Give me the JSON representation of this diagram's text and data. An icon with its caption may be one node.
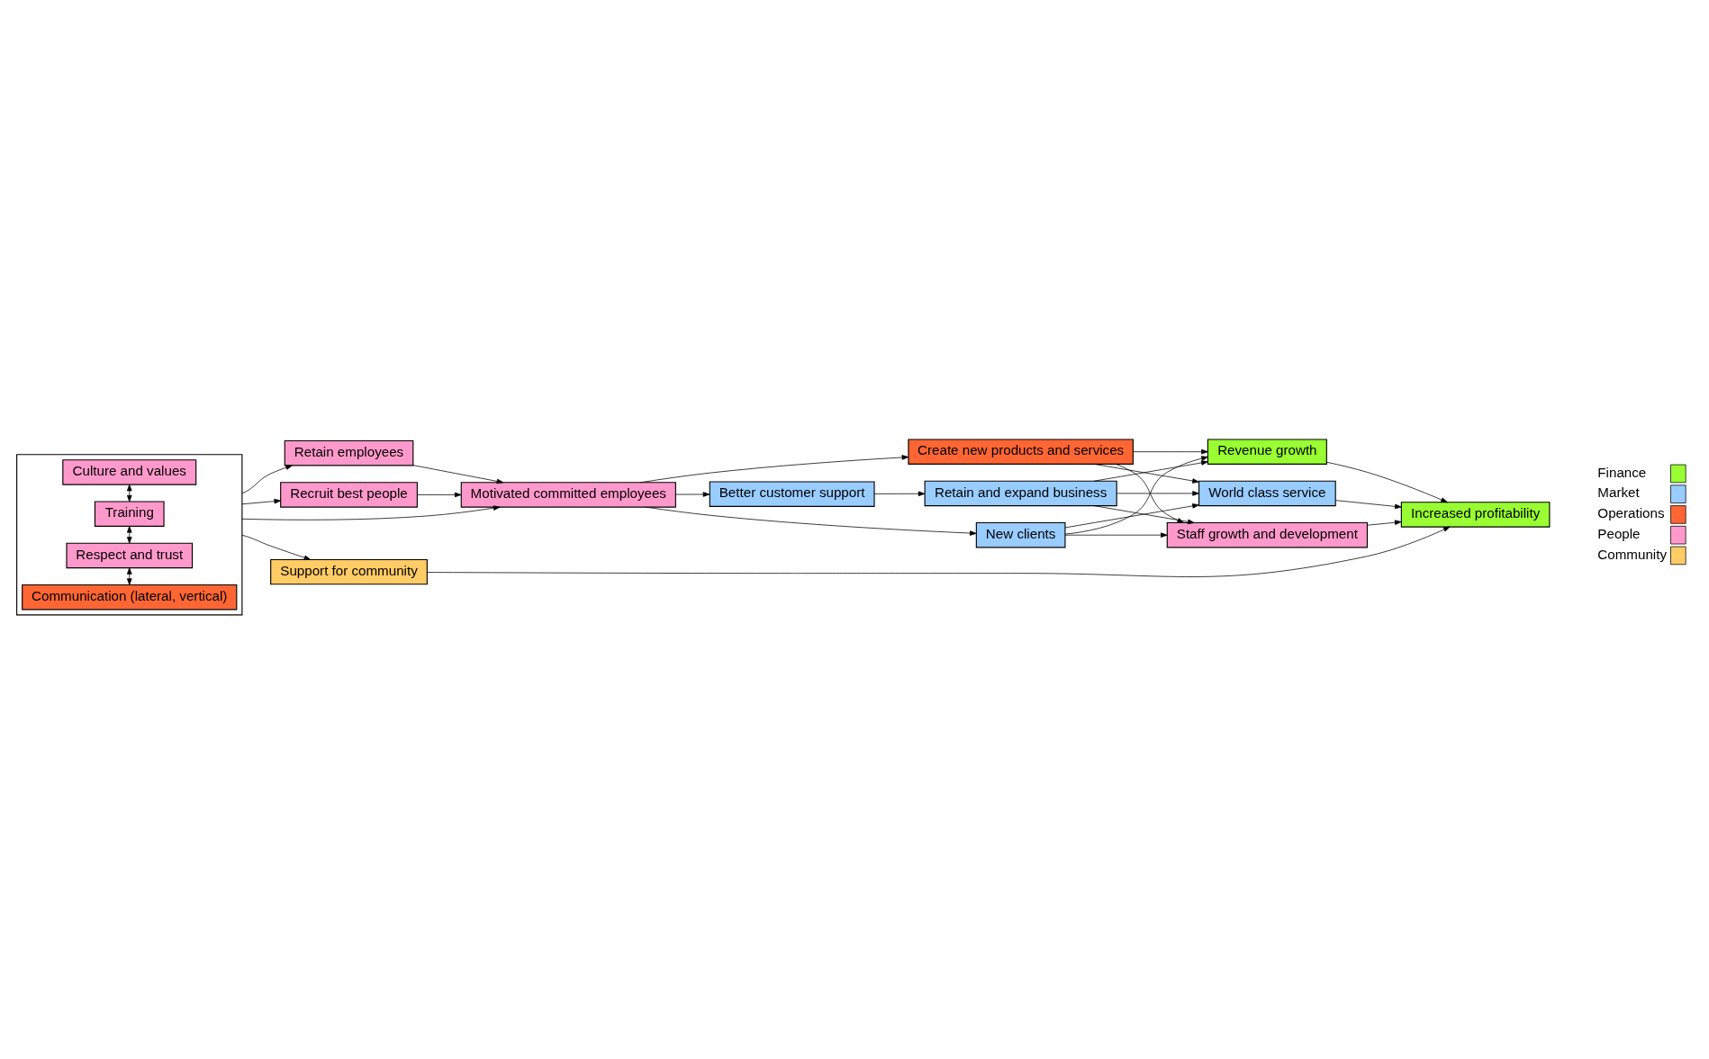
{
  "diagram": {
    "nodes": [
      {
        "text": [],
        "shape": "box"
      },
      {
        "text": [
          "Communication (lateral, vertical)"
        ],
        "in": 0
      },
      {
        "text": [
          "Respect and trust"
        ],
        "in": 0
      },
      {
        "text": [
          "Training"
        ],
        "in": 0
      },
      {
        "text": [
          "Culture and values"
        ],
        "in": 0
      },
      {
        "text": [
          "Retain employees"
        ]
      },
      {
        "text": [
          "Motivated committed employees"
        ]
      },
      {
        "text": [
          "Recruit best people"
        ]
      },
      {
        "text": [
          "Better customer support"
        ]
      },
      {
        "text": [
          "Retain and expand business"
        ]
      },
      {
        "text": [
          "New clients"
        ]
      },
      {
        "text": [
          "Create new products and services"
        ]
      },
      {
        "text": [
          "Revenue growth"
        ]
      },
      {
        "text": [
          "World class service"
        ]
      },
      {
        "text": [
          "Staff growth and development"
        ]
      },
      {
        "text": [
          "Increased profitability"
        ]
      },
      {
        "text": [
          "Support for community"
        ]
      }
    ],
    "edges": [
      {
        "from": 1,
        "to": 2,
        "arrow": "both"
      },
      {
        "from": 2,
        "to": 3,
        "arrow": "both"
      },
      {
        "from": 3,
        "to": 4,
        "arrow": "both"
      },
      {
        "from": 0,
        "to": 5,
        "arrow": "to"
      },
      {
        "from": 0,
        "to": 6,
        "arrow": "to"
      },
      {
        "from": 0,
        "to": 7,
        "arrow": "to"
      },
      {
        "from": 5,
        "to": 6,
        "arrow": "to"
      },
      {
        "from": 7,
        "to": 6,
        "arrow": "to"
      },
      {
        "from": 6,
        "to": 8,
        "arrow": "to"
      },
      {
        "from": 8,
        "to": 9,
        "arrow": "to"
      },
      {
        "from": 6,
        "to": 10,
        "arrow": "to"
      },
      {
        "from": 6,
        "to": 11,
        "arrow": "to"
      },
      {
        "from": 9,
        "to": 12,
        "arrow": "to"
      },
      {
        "from": 9,
        "to": 13,
        "arrow": "to"
      },
      {
        "from": 9,
        "to": 14,
        "arrow": "to"
      },
      {
        "from": 10,
        "to": 12,
        "arrow": "to"
      },
      {
        "from": 10,
        "to": 13,
        "arrow": "to"
      },
      {
        "from": 10,
        "to": 14,
        "arrow": "to"
      },
      {
        "from": 11,
        "to": 12,
        "arrow": "to"
      },
      {
        "from": 11,
        "to": 13,
        "arrow": "to"
      },
      {
        "from": 11,
        "to": 14,
        "arrow": "to"
      },
      {
        "from": 12,
        "to": 15,
        "arrow": "to"
      },
      {
        "from": 13,
        "to": 15,
        "arrow": "to"
      },
      {
        "from": 14,
        "to": 15,
        "arrow": "to"
      },
      {
        "from": 16,
        "to": 15,
        "arrow": "to"
      },
      {
        "from": 0,
        "to": 16,
        "arrow": "to"
      }
    ],
    "legend": [
      {
        "text": "Finance",
        "color": "#99ff33"
      },
      {
        "text": "Market",
        "color": "#99ccff"
      },
      {
        "text": "Operations",
        "color": "#ff6633"
      },
      {
        "text": "People",
        "color": "#ff99cc"
      },
      {
        "text": "Community",
        "color": "#ffcc66"
      }
    ]
  }
}
